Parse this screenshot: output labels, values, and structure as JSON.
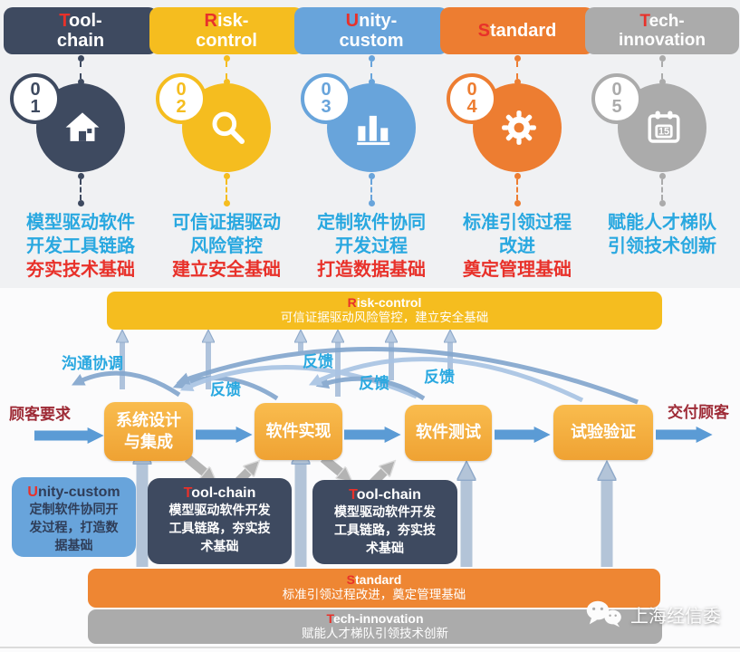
{
  "colors": {
    "navy": "#3E4A60",
    "yellow": "#F5BD1F",
    "blue": "#68A4DB",
    "orange": "#ED7D31",
    "gray": "#ABABAB",
    "red": "#E8312A",
    "text_blue": "#29A8E0",
    "dark_red": "#9E2B36",
    "flow_blue": "#5B9BD5",
    "steel": "#84A7CE",
    "steel_light": "#A9C4E4",
    "big_arrow": "#B3C4D8",
    "gray_arrow": "#B3B3B3"
  },
  "pillars": [
    {
      "title_initial": "T",
      "title_rest": "ool-\nchain",
      "num": "0\n1",
      "blue_text": "模型驱动软件\n开发工具链路",
      "red_text": "夯实技术基础",
      "icon": "home-icon"
    },
    {
      "title_initial": "R",
      "title_rest": "isk-\ncontrol",
      "num": "0\n2",
      "blue_text": "可信证据驱动\n风险管控",
      "red_text": "建立安全基础",
      "icon": "search-icon"
    },
    {
      "title_initial": "U",
      "title_rest": "nity-\ncustom",
      "num": "0\n3",
      "blue_text": "定制软件协同\n开发过程",
      "red_text": "打造数据基础",
      "icon": "bar-chart-icon"
    },
    {
      "title_initial": "S",
      "title_rest": "tandard",
      "num": "0\n4",
      "blue_text": "标准引领过程\n改进",
      "red_text": "奠定管理基础",
      "icon": "gear-icon"
    },
    {
      "title_initial": "T",
      "title_rest": "ech-\ninnovation",
      "num": "0\n5",
      "blue_text": "赋能人才梯队\n引领技术创新",
      "red_text": "",
      "icon": "calendar-icon",
      "calendar_day": "15"
    }
  ],
  "flow": {
    "risk_bar": {
      "title_initial": "R",
      "title_rest": "isk-control",
      "subtitle": "可信证据驱动风险管控，建立安全基础"
    },
    "input_label": "顾客要求",
    "output_label": "交付顾客",
    "steps": [
      "系统设计\n与集成",
      "软件实现",
      "软件测试",
      "试验验证"
    ],
    "arc_labels": {
      "communicate": "沟通协调",
      "feedback": "反馈"
    },
    "unity_box": {
      "title_initial": "U",
      "title_rest": "nity-custom",
      "body": "定制软件协同开\n发过程，打造数\n据基础"
    },
    "tool_box": {
      "title_initial": "T",
      "title_rest": "ool-chain",
      "body": "模型驱动软件开发\n工具链路，夯实技\n术基础"
    },
    "standard_bar": {
      "title_initial": "S",
      "title_rest": "tandard",
      "subtitle": "标准引领过程改进，奠定管理基础"
    },
    "tech_bar": {
      "title_initial": "T",
      "title_rest": "ech-innovation",
      "subtitle": "赋能人才梯队引领技术创新"
    }
  },
  "watermark": {
    "label": "上海经信委",
    "icon": "wechat-icon"
  }
}
